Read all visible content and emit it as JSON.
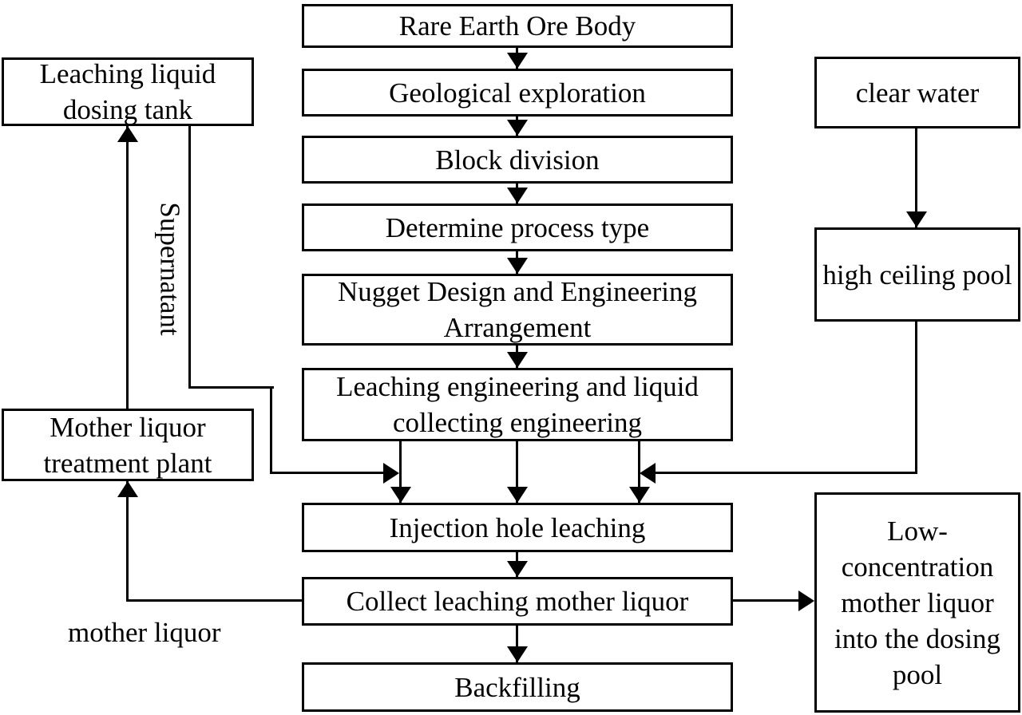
{
  "diagram": {
    "type": "flowchart",
    "background_color": "#ffffff",
    "line_color": "#000000",
    "box_fill_color": "#ffffff",
    "nodes": {
      "rare_earth_ore_body": {
        "label": "Rare Earth Ore Body"
      },
      "geological_exploration": {
        "label": "Geological exploration"
      },
      "block_division": {
        "label": "Block division"
      },
      "determine_process_type": {
        "label": "Determine process type"
      },
      "nugget_design": {
        "label": "Nugget Design and Engineering Arrangement"
      },
      "leaching_engineering": {
        "label": "Leaching engineering and liquid collecting engineering"
      },
      "injection_hole_leaching": {
        "label": "Injection hole leaching"
      },
      "collect_leaching_mother_liquor": {
        "label": "Collect leaching mother liquor"
      },
      "backfilling": {
        "label": "Backfilling"
      },
      "leaching_liquid_dosing_tank": {
        "label": "Leaching liquid dosing tank"
      },
      "mother_liquor_treatment_plant": {
        "label": "Mother liquor treatment plant"
      },
      "clear_water": {
        "label": "clear water"
      },
      "high_ceiling_pool": {
        "label": "high ceiling pool"
      },
      "low_concentration_pool": {
        "label": "Low-concentration mother liquor into the dosing pool"
      }
    },
    "edge_labels": {
      "supernatant": "Supernatant",
      "mother_liquor": "mother liquor"
    },
    "edges": [
      {
        "from": "rare_earth_ore_body",
        "to": "geological_exploration"
      },
      {
        "from": "geological_exploration",
        "to": "block_division"
      },
      {
        "from": "block_division",
        "to": "determine_process_type"
      },
      {
        "from": "determine_process_type",
        "to": "nugget_design"
      },
      {
        "from": "nugget_design",
        "to": "leaching_engineering"
      },
      {
        "from": "leaching_engineering",
        "to": "injection_hole_leaching"
      },
      {
        "from": "leaching_liquid_dosing_tank",
        "to": "injection_hole_leaching"
      },
      {
        "from": "high_ceiling_pool",
        "to": "injection_hole_leaching"
      },
      {
        "from": "clear_water",
        "to": "high_ceiling_pool"
      },
      {
        "from": "injection_hole_leaching",
        "to": "collect_leaching_mother_liquor"
      },
      {
        "from": "collect_leaching_mother_liquor",
        "to": "backfilling"
      },
      {
        "from": "collect_leaching_mother_liquor",
        "to": "low_concentration_pool"
      },
      {
        "from": "collect_leaching_mother_liquor",
        "to": "mother_liquor_treatment_plant",
        "label": "mother liquor"
      },
      {
        "from": "mother_liquor_treatment_plant",
        "to": "leaching_liquid_dosing_tank",
        "label": "Supernatant"
      }
    ]
  }
}
